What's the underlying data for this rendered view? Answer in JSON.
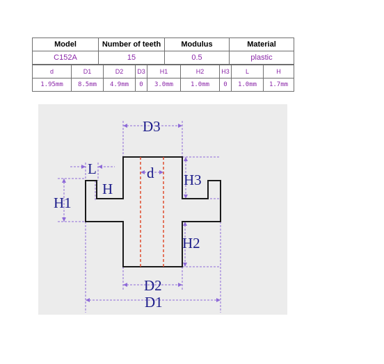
{
  "spec_table": {
    "header": [
      "Model",
      "Number of teeth",
      "Modulus",
      "Material"
    ],
    "values": [
      "C152A",
      "15",
      "0.5",
      "plastic"
    ]
  },
  "dimension_table": {
    "header": [
      "d",
      "D1",
      "D2",
      "D3",
      "H1",
      "H2",
      "H3",
      "L",
      "H"
    ],
    "values": [
      "1.95mm",
      "8.5mm",
      "4.9mm",
      "0",
      "3.0mm",
      "1.0mm",
      "0",
      "1.0mm",
      "1.7mm"
    ]
  },
  "drawing": {
    "labels": {
      "D3": "D3",
      "d": "d",
      "L": "L",
      "H": "H",
      "H1": "H1",
      "H3": "H3",
      "H2": "H2",
      "D2": "D2",
      "D1": "D1"
    },
    "colors": {
      "outline": "#1a1a1a",
      "axis": "#e04d2c",
      "dimension": "#8e6ad8",
      "label": "#1c1c8a",
      "panel": "#ececec"
    }
  }
}
